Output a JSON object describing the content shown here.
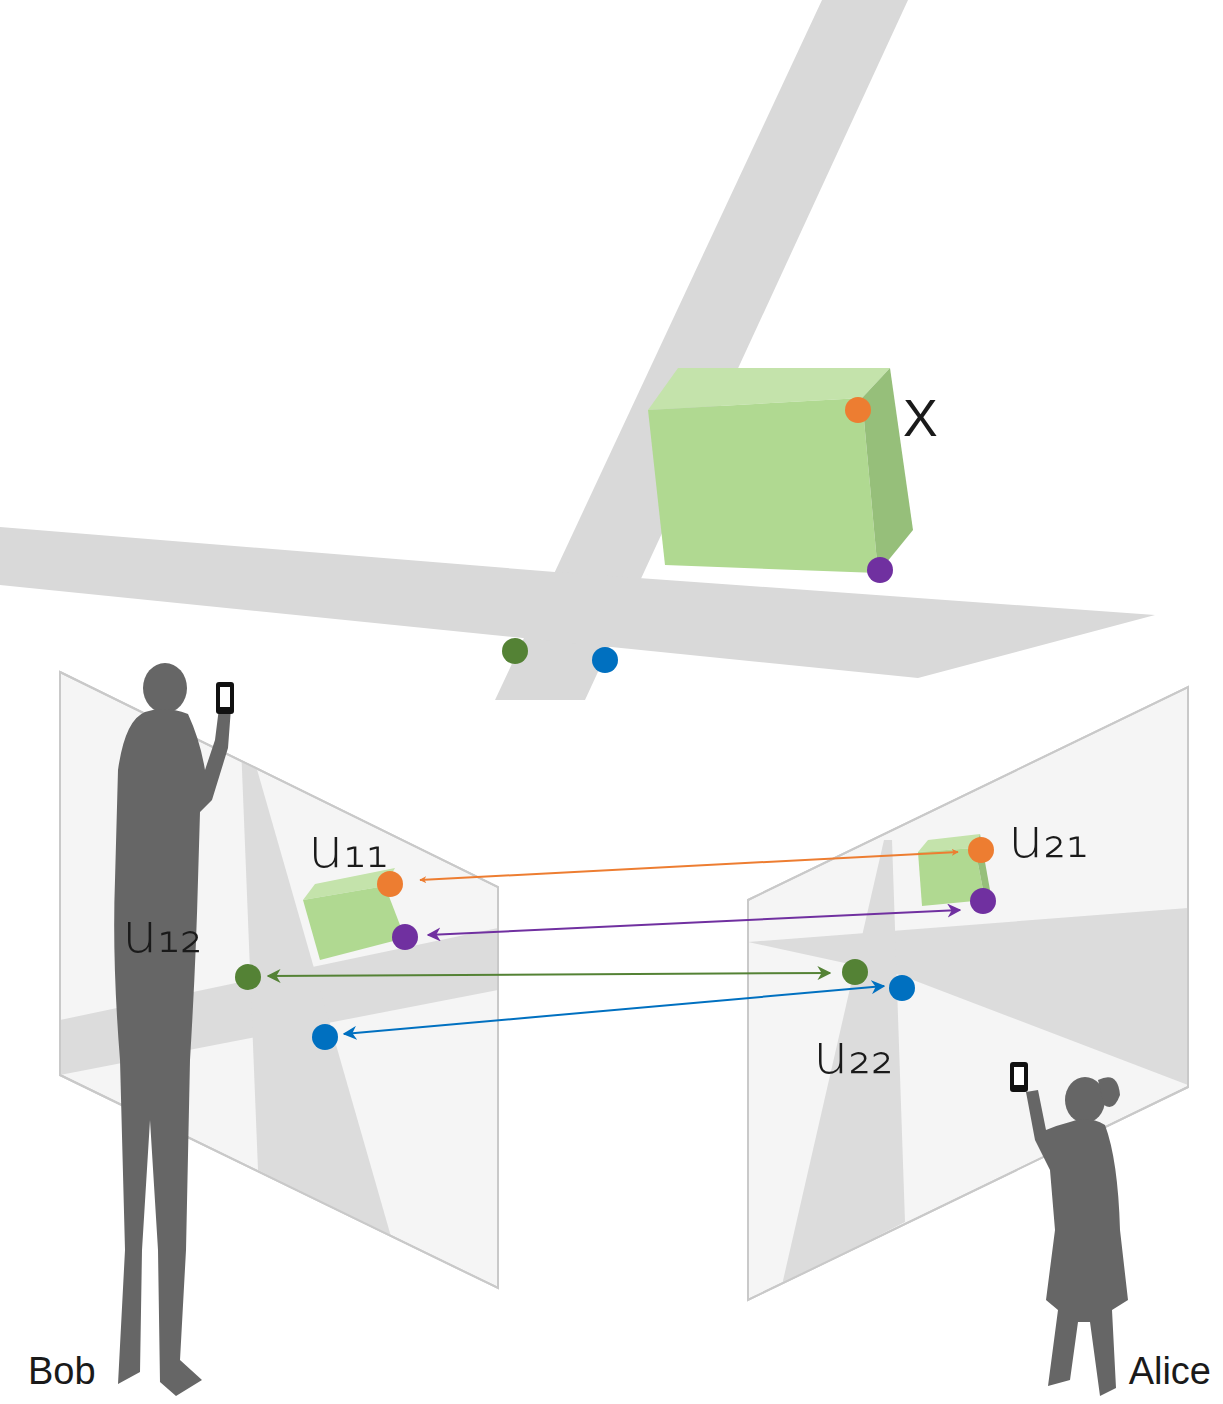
{
  "diagram": {
    "labels": [
      "X",
      "u₁₁",
      "u₁₂",
      "u₂₁",
      "u₂₂",
      "Bob",
      "Alice"
    ]
  }
}
